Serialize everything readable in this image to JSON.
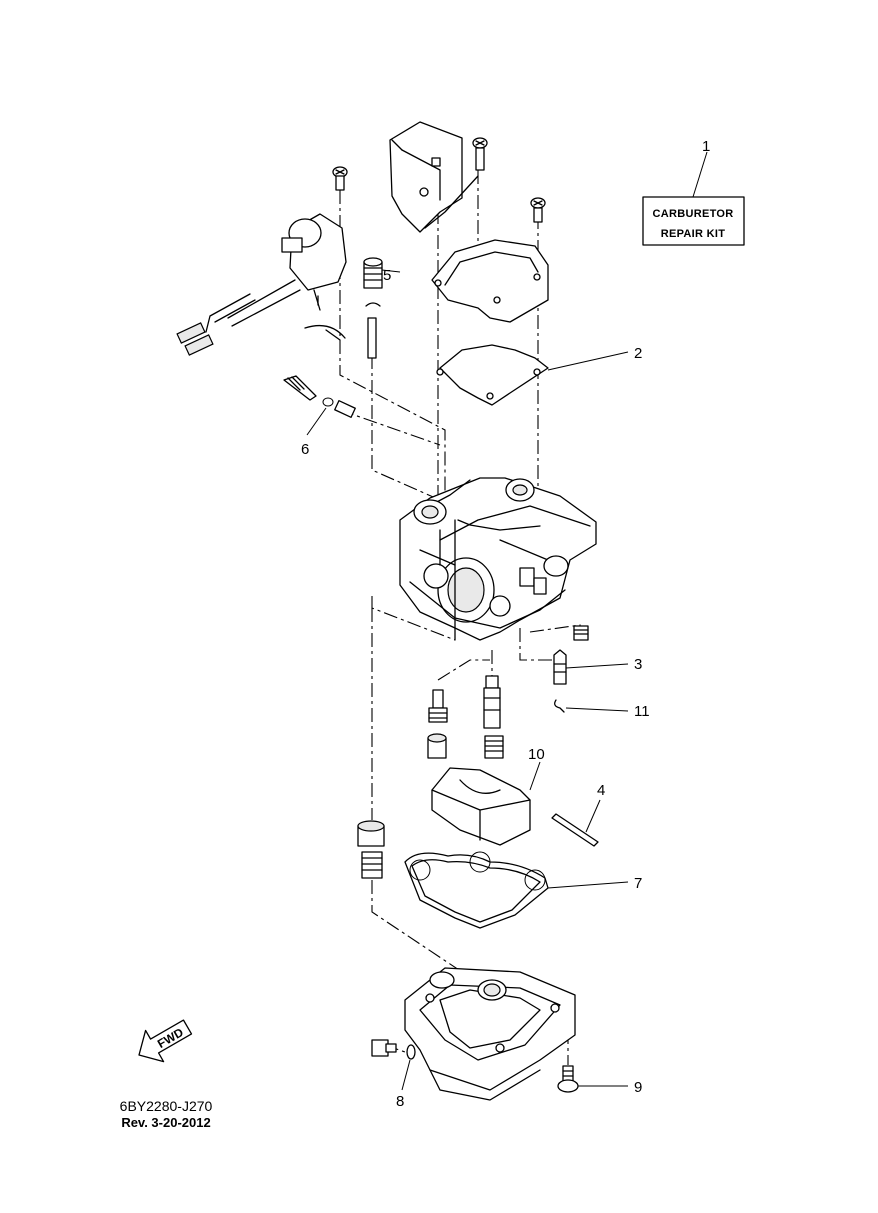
{
  "diagram": {
    "part_code": "6BY2280-J270",
    "revision": "Rev. 3-20-2012",
    "kit_label_line1": "CARBURETOR",
    "kit_label_line2": "REPAIR KIT",
    "fwd_label": "FWD",
    "callouts": {
      "c1": "1",
      "c2": "2",
      "c3": "3",
      "c4": "4",
      "c5": "5",
      "c6": "6",
      "c7": "7",
      "c8": "8",
      "c9": "9",
      "c10": "10",
      "c11": "11"
    }
  }
}
